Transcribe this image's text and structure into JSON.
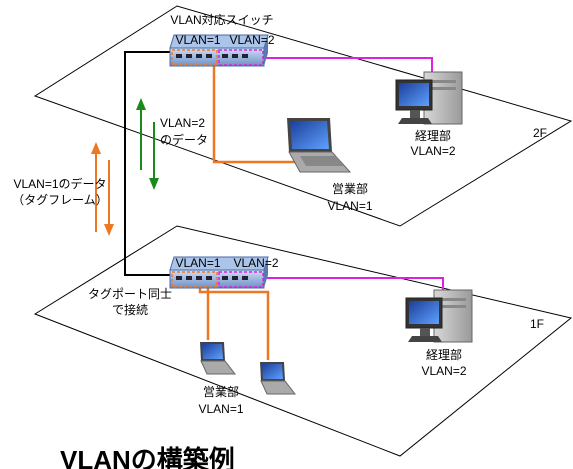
{
  "switch_top": {
    "title": "VLAN対応スイッチ",
    "port1": "VLAN=1",
    "port2": "VLAN=2"
  },
  "switch_bottom": {
    "port1": "VLAN=1",
    "port2": "VLAN=2"
  },
  "floor_labels": {
    "upper": "2F",
    "lower": "1F"
  },
  "upper_floor": {
    "accounting": {
      "name": "経理部",
      "vlan": "VLAN=2"
    },
    "sales": {
      "name": "営業部",
      "vlan": "VLAN=1"
    }
  },
  "lower_floor": {
    "accounting": {
      "name": "経理部",
      "vlan": "VLAN=2"
    },
    "sales": {
      "name": "営業部",
      "vlan": "VLAN=1"
    }
  },
  "arrows": {
    "vlan2_line1": "VLAN=2",
    "vlan2_line2": "のデータ",
    "vlan1_line1": "VLAN=1のデータ",
    "vlan1_line2": "（タグフレーム）"
  },
  "trunk_note": {
    "line1": "タグポート同士",
    "line2": "で接続"
  },
  "page_title": "VLANの構築例",
  "colors": {
    "vlan1": "#ee7722",
    "vlan2": "#dd22dd",
    "green_arrow": "#1a8a1a",
    "orange_arrow": "#ee7722",
    "trunk": "#000000"
  }
}
